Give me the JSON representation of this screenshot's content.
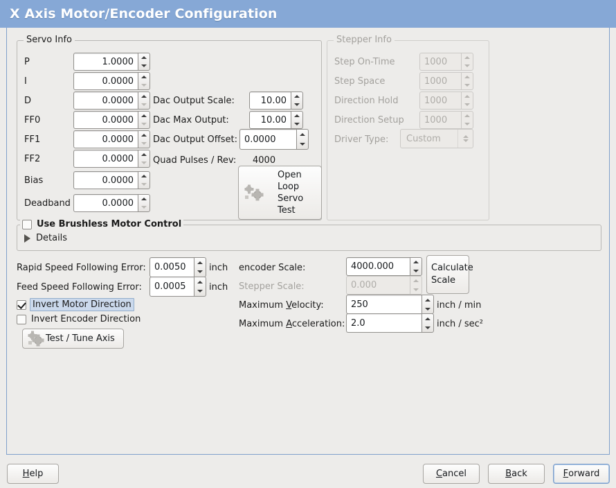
{
  "window": {
    "title": "X Axis Motor/Encoder Configuration",
    "accent": "#86a8d6",
    "bg": "#edecea"
  },
  "servo_group": {
    "legend": "Servo Info",
    "fields": [
      {
        "label": "P",
        "value": "1.0000"
      },
      {
        "label": "I",
        "value": "0.0000"
      },
      {
        "label": "D",
        "value": "0.0000"
      },
      {
        "label": "FF0",
        "value": "0.0000"
      },
      {
        "label": "FF1",
        "value": "0.0000"
      },
      {
        "label": "FF2",
        "value": "0.0000"
      },
      {
        "label": "Bias",
        "value": "0.0000"
      },
      {
        "label": "Deadband",
        "value": "0.0000"
      }
    ],
    "dac_output_scale": {
      "label": "Dac Output Scale:",
      "value": "10.00"
    },
    "dac_max_output": {
      "label": "Dac Max Output:",
      "value": "10.00"
    },
    "dac_output_offset": {
      "label": "Dac Output Offset:",
      "value": "0.0000"
    },
    "quad_pulses": {
      "label": "Quad Pulses / Rev:",
      "value": "4000"
    },
    "open_loop_button": {
      "line1": "Open",
      "line2": "Loop",
      "line3": "Servo",
      "line4": "Test",
      "icon": "gears-icon"
    }
  },
  "stepper_group": {
    "legend": "Stepper Info",
    "enabled": false,
    "fields": [
      {
        "label": "Step On-Time",
        "value": "1000"
      },
      {
        "label": "Step Space",
        "value": "1000"
      },
      {
        "label": "Direction Hold",
        "value": "1000"
      },
      {
        "label": "Direction Setup",
        "value": "1000"
      }
    ],
    "driver_type": {
      "label": "Driver Type:",
      "value": "Custom"
    }
  },
  "brushless_group": {
    "checkbox_label": "Use Brushless Motor Control",
    "checked": false,
    "details_label": "Details",
    "details_expanded": false
  },
  "tuning": {
    "rapid_following_error": {
      "label": "Rapid Speed Following Error:",
      "value": "0.0050",
      "unit": "inch"
    },
    "feed_following_error": {
      "label": "Feed Speed Following Error:",
      "value": "0.0005",
      "unit": "inch"
    },
    "invert_motor": {
      "label": "Invert Motor Direction",
      "checked": true
    },
    "invert_encoder": {
      "label": "Invert Encoder Direction",
      "checked": false
    },
    "test_tune_button": {
      "label": "Test / Tune Axis",
      "icon": "gears-icon"
    }
  },
  "scales": {
    "encoder_scale": {
      "label": "encoder Scale:",
      "value": "4000.000",
      "enabled": true
    },
    "stepper_scale": {
      "label": "Stepper Scale:",
      "value": "0.000",
      "enabled": false
    },
    "max_velocity": {
      "label_pre": "Maximum ",
      "mnemonic": "V",
      "label_post": "elocity:",
      "value": "250",
      "unit": "inch / min"
    },
    "max_accel": {
      "label_pre": "Maximum ",
      "mnemonic": "A",
      "label_post": "cceleration:",
      "value": "2.0",
      "unit": "inch / sec²"
    },
    "calculate_button": {
      "line1": "Calculate",
      "line2": "Scale"
    }
  },
  "footer": {
    "help": {
      "mnemonic": "H",
      "rest": "elp"
    },
    "cancel": {
      "mnemonic": "C",
      "rest": "ancel"
    },
    "back": {
      "mnemonic": "B",
      "rest": "ack"
    },
    "forward": {
      "mnemonic": "F",
      "rest": "orward",
      "focused": true
    }
  }
}
